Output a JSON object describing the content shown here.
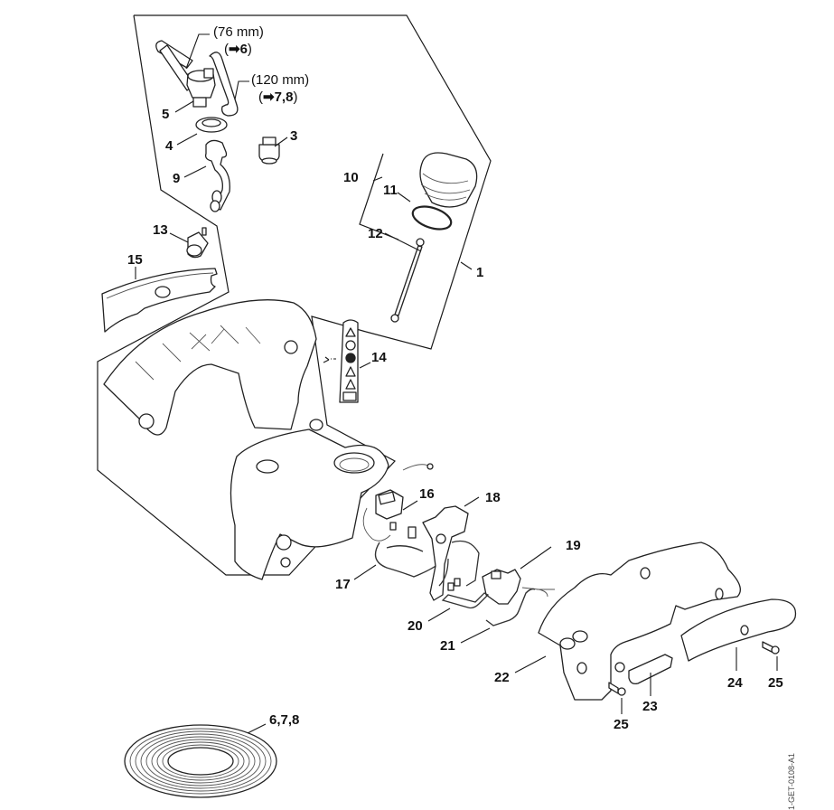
{
  "diagram": {
    "type": "exploded-parts-view",
    "document_id": "1-GET-0108-A1",
    "annotations": {
      "hose_short": {
        "length": "(76 mm)",
        "ref_prefix": "(",
        "ref_arrow": "➡",
        "ref_value": "6",
        "ref_suffix": ")"
      },
      "hose_long": {
        "length": "(120 mm)",
        "ref_prefix": "(",
        "ref_arrow": "➡",
        "ref_value": "7,8",
        "ref_suffix": ")"
      }
    },
    "callouts": [
      {
        "id": "c1",
        "label": "1",
        "part": "fuel-tank-assembly"
      },
      {
        "id": "c3",
        "label": "3",
        "part": "fuel-pickup-filter"
      },
      {
        "id": "c4",
        "label": "4",
        "part": "grommet"
      },
      {
        "id": "c5",
        "label": "5",
        "part": "tank-vent-valve"
      },
      {
        "id": "c9",
        "label": "9",
        "part": "fuel-hose"
      },
      {
        "id": "c10",
        "label": "10",
        "part": "filler-cap-assembly"
      },
      {
        "id": "c11",
        "label": "11",
        "part": "o-ring"
      },
      {
        "id": "c12",
        "label": "12",
        "part": "retainer-strap"
      },
      {
        "id": "c13",
        "label": "13",
        "part": "annular-buffer"
      },
      {
        "id": "c14",
        "label": "14",
        "part": "warning-label"
      },
      {
        "id": "c15",
        "label": "15",
        "part": "cover"
      },
      {
        "id": "c16",
        "label": "16",
        "part": "switch"
      },
      {
        "id": "c17",
        "label": "17",
        "part": "wiring-harness"
      },
      {
        "id": "c18",
        "label": "18",
        "part": "throttle-trigger"
      },
      {
        "id": "c19",
        "label": "19",
        "part": "switch-housing"
      },
      {
        "id": "c20",
        "label": "20",
        "part": "spring-clip"
      },
      {
        "id": "c21",
        "label": "21",
        "part": "wire-spring"
      },
      {
        "id": "c22",
        "label": "22",
        "part": "handle-molding"
      },
      {
        "id": "c23",
        "label": "23",
        "part": "lock-lever"
      },
      {
        "id": "c24",
        "label": "24",
        "part": "handle-cover"
      },
      {
        "id": "c25a",
        "label": "25",
        "part": "screw"
      },
      {
        "id": "c25b",
        "label": "25",
        "part": "screw"
      },
      {
        "id": "c678",
        "label": "6,7,8",
        "part": "hose-coil"
      }
    ]
  }
}
